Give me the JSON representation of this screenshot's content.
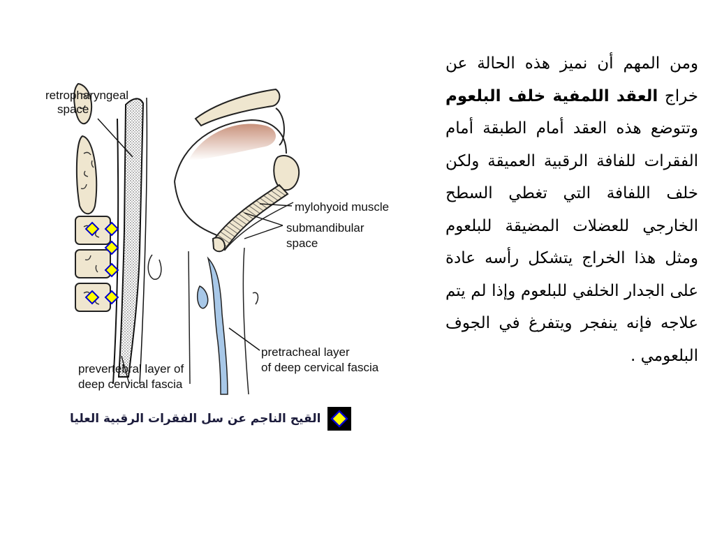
{
  "diagram": {
    "labels": {
      "retropharyngeal_line1": "retropharyngeal",
      "retropharyngeal_line2": "space",
      "mylohyoid": "mylohyoid muscle",
      "submandibular_line1": "submandibular",
      "submandibular_line2": "space",
      "pretracheal_line1": "pretracheal layer",
      "pretracheal_line2": "of deep cervical fascia",
      "prevertebral_line1": "prevertebral layer of",
      "prevertebral_line2": "deep cervical fascia"
    },
    "colors": {
      "marker_fill": "#ffff00",
      "marker_stroke": "#0000cc",
      "palate_shade": "#c9927c",
      "fluid_blue": "#a8c8e8",
      "bone_fill": "#efe6cf"
    }
  },
  "caption": {
    "icon": "diamond-marker-icon",
    "text": "القيح الناجم عن سل الفقرات الرقبية العليا"
  },
  "paragraph": {
    "part1": "ومن المهم أن نميز هذه الحالة عن خراج ",
    "bold": "العقد اللمفية خلف البلعوم",
    "part2": " وتتوضع هذه العقد أمام الطبقة أمام الفقرات للفافة الرقبية العميقة ولكن خلف اللفافة التي تغطي السطح الخارجي للعضلات المضيقة للبلعوم ومثل هذا الخراج يتشكل رأسه عادة على الجدار الخلفي للبلعوم وإذا لم يتم علاجه فإنه ينفجر ويتفرغ في الجوف البلعومي ."
  }
}
